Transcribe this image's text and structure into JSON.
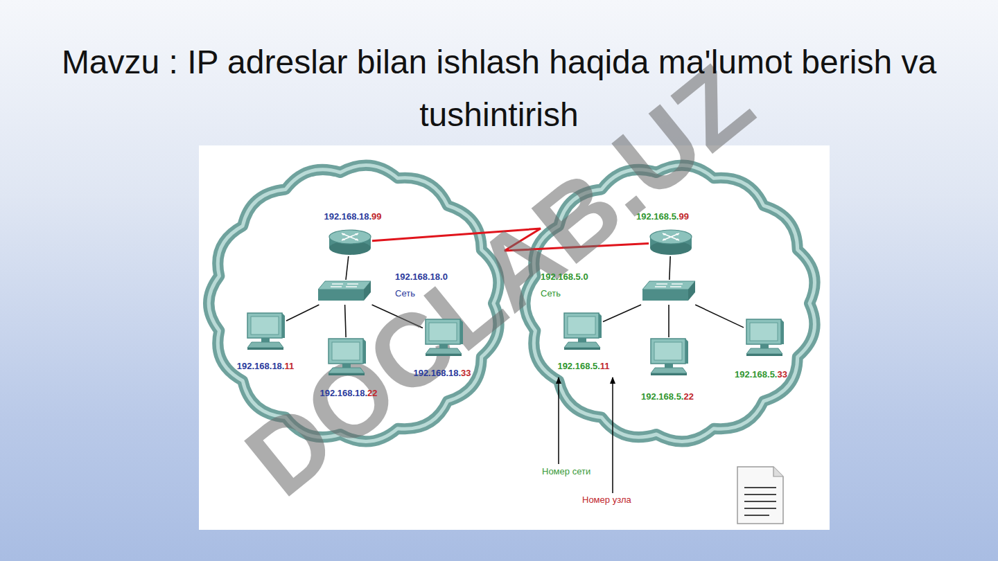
{
  "diagram": {
    "title": "Mavzu : IP adreslar bilan ishlash haqida ma'lumot berish va tushintirish",
    "nodes": [
      {
        "text": [
          "192.168.18.99"
        ]
      },
      {
        "text": [
          "192.168.18.0",
          "Сеть"
        ]
      },
      {
        "text": [
          "192.168.18.11"
        ]
      },
      {
        "text": [
          "192.168.18.22"
        ]
      },
      {
        "text": [
          "192.168.18.33"
        ]
      },
      {
        "text": [
          "192.168.5.99"
        ]
      },
      {
        "text": [
          "192.168.5.0",
          "Сеть"
        ]
      },
      {
        "text": [
          "192.168.5.11"
        ]
      },
      {
        "text": [
          "192.168.5.22"
        ]
      },
      {
        "text": [
          "192.168.5.33"
        ]
      }
    ],
    "edges": [
      {
        "from": 0,
        "to": 1,
        "arrow": "none"
      },
      {
        "from": 1,
        "to": 2,
        "arrow": "none"
      },
      {
        "from": 1,
        "to": 3,
        "arrow": "none"
      },
      {
        "from": 1,
        "to": 4,
        "arrow": "none"
      },
      {
        "from": 0,
        "to": 5,
        "arrow": "none"
      },
      {
        "from": 5,
        "to": 6,
        "arrow": "none"
      },
      {
        "from": 6,
        "to": 7,
        "arrow": "none"
      },
      {
        "from": 6,
        "to": 8,
        "arrow": "none"
      },
      {
        "from": 6,
        "to": 9,
        "arrow": "none"
      }
    ],
    "labels": [
      "Номер сети",
      "Номер узла",
      "DOCLAB.UZ"
    ]
  }
}
